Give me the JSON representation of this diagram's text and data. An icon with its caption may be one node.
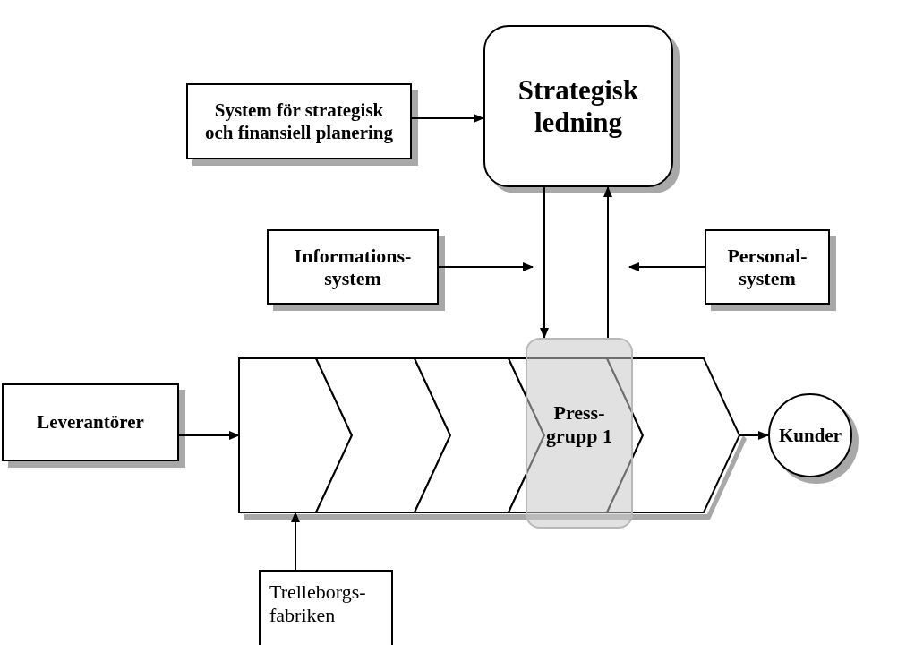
{
  "diagram": {
    "nodes": [
      {
        "text": [
          "System för strategisk och finansiell planering"
        ]
      },
      {
        "text": [
          "Strategisk ledning"
        ]
      },
      {
        "text": [
          "Informations- system"
        ]
      },
      {
        "text": [
          "Personal- system"
        ]
      },
      {
        "text": [
          "Leverantörer"
        ]
      },
      {
        "text": [],
        "shape": "chevron"
      },
      {
        "text": [],
        "shape": "chevron"
      },
      {
        "text": [],
        "shape": "chevron"
      },
      {
        "text": [],
        "shape": "chevron"
      },
      {
        "text": [],
        "shape": "chevron"
      },
      {
        "text": [
          "Press- grupp 1"
        ]
      },
      {
        "text": [
          "Kunder"
        ]
      },
      {
        "text": [
          "Trelleborgs- fabriken"
        ]
      }
    ],
    "edges": [
      {
        "from": 0,
        "to": 1,
        "arrow": "to"
      },
      {
        "from": 1,
        "to": 10,
        "arrow": "to"
      },
      {
        "from": 10,
        "to": 1,
        "arrow": "to"
      },
      {
        "from": 2,
        "to": null,
        "arrow": "to"
      },
      {
        "from": 3,
        "to": null,
        "arrow": "to"
      },
      {
        "from": 4,
        "to": 5,
        "arrow": "to"
      },
      {
        "from": 9,
        "to": 11,
        "arrow": "to"
      },
      {
        "from": 12,
        "to": 5,
        "arrow": "to"
      }
    ]
  }
}
